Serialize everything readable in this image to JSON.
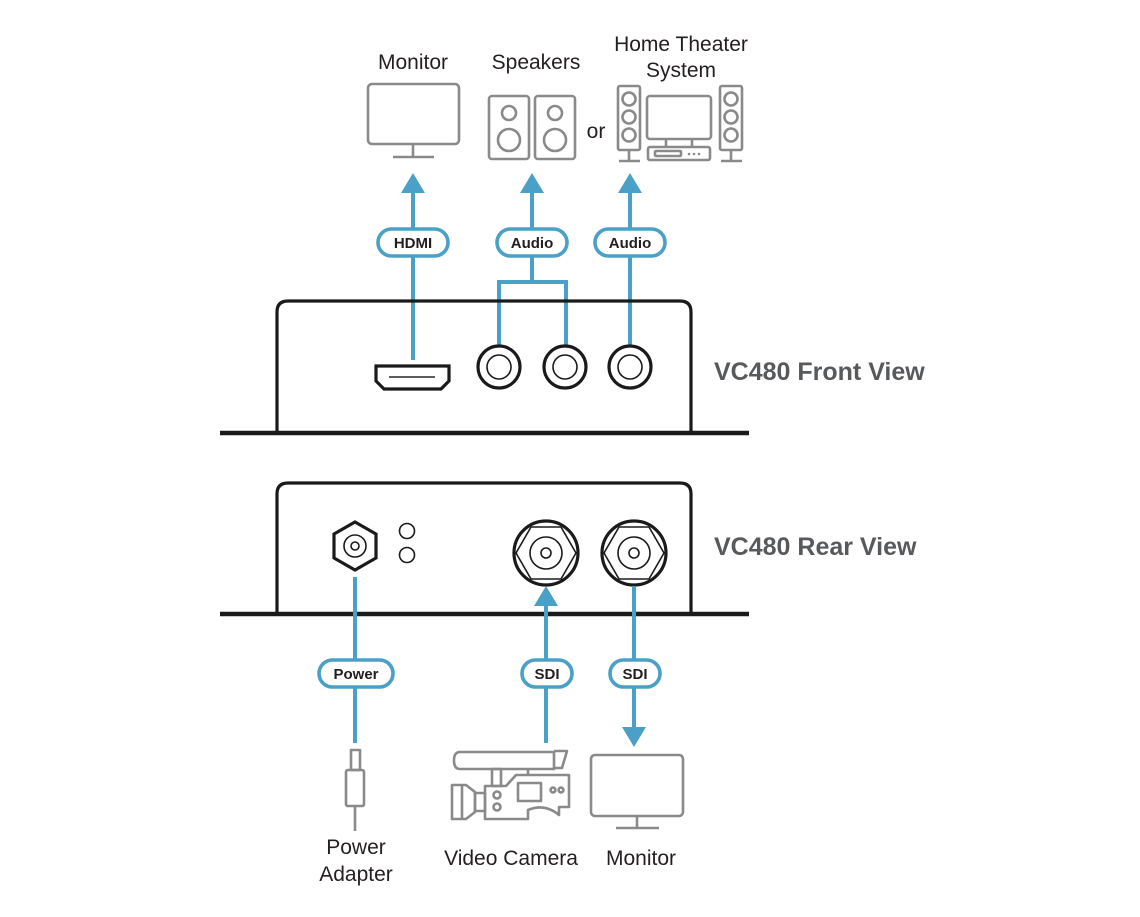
{
  "colors": {
    "accent": "#4aa0c6",
    "device_outline": "#1a1a1a",
    "icon_gray": "#8a8a8a",
    "title_gray": "#58595b",
    "text": "#231f20"
  },
  "top_devices": {
    "monitor": "Monitor",
    "speakers": "Speakers",
    "or": "or",
    "home_theater_line1": "Home Theater",
    "home_theater_line2": "System"
  },
  "front_connections": {
    "hdmi": "HDMI",
    "audio_left": "Audio",
    "audio_right": "Audio"
  },
  "front_view_title": "VC480 Front View",
  "rear_view_title": "VC480 Rear View",
  "rear_connections": {
    "power": "Power",
    "sdi_in": "SDI",
    "sdi_out": "SDI"
  },
  "bottom_devices": {
    "power_adapter_line1": "Power",
    "power_adapter_line2": "Adapter",
    "video_camera": "Video Camera",
    "monitor": "Monitor"
  },
  "icons": {
    "monitor": "monitor-icon",
    "speakers": "speakers-icon",
    "home_theater": "home-theater-icon",
    "hdmi_port": "hdmi-port-icon",
    "rca_port": "rca-port-icon",
    "dc_power_port": "dc-power-port-icon",
    "led": "led-indicator-icon",
    "bnc_port": "bnc-port-icon",
    "power_plug": "power-plug-icon",
    "video_camera": "video-camera-icon"
  }
}
